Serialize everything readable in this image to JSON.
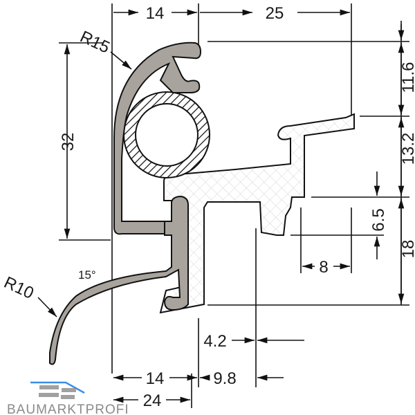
{
  "drawing": {
    "dimensions": {
      "top_left_width": "14",
      "top_right_width": "25",
      "height_left": "32",
      "right_top": "11.6",
      "right_middle": "13.2",
      "right_bottom": "18",
      "inner_height": "6.5",
      "inner_width": "8",
      "gap_width": "4.2",
      "bottom_left_width": "14",
      "bottom_mid_width": "9.8",
      "bottom_total_width": "24"
    },
    "radius_upper": "R15",
    "radius_lower": "R10",
    "angle": "15°"
  },
  "watermark": {
    "text": "BAUMARKTPROFI",
    "accent_color": "#3a8ee6"
  }
}
